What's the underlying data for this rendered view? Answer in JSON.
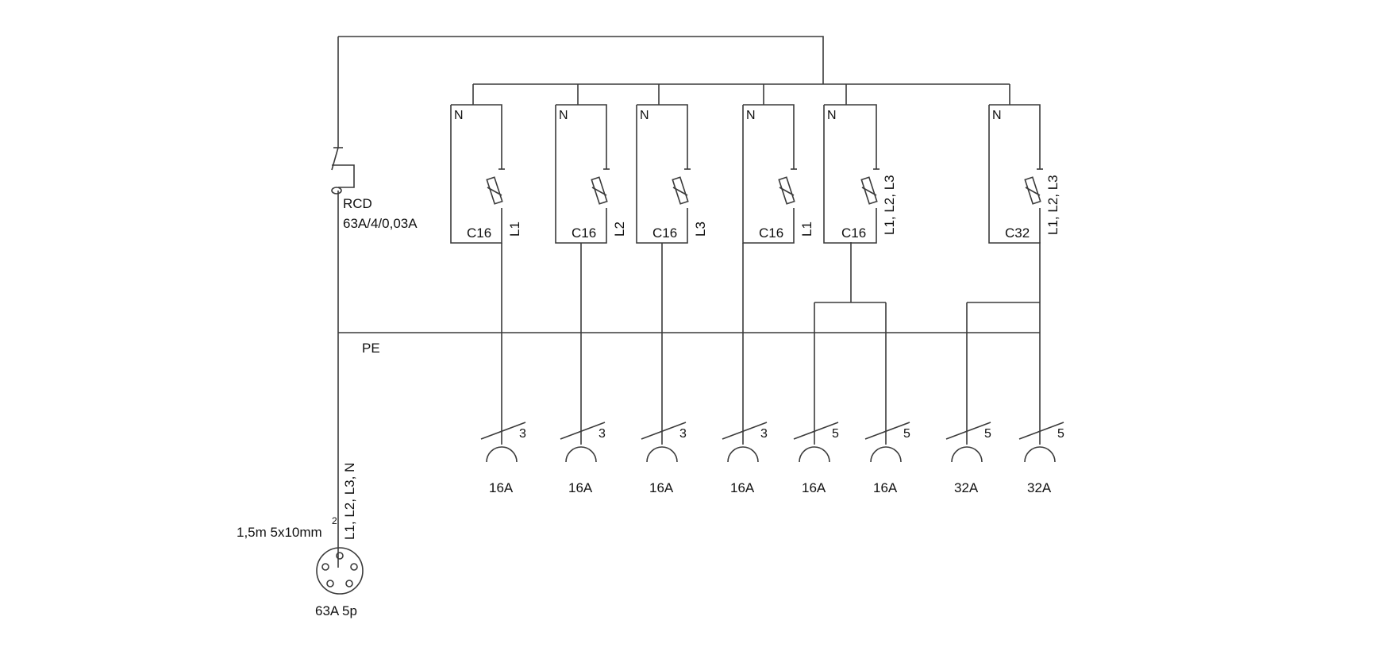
{
  "rcd": {
    "label": "RCD",
    "rating": "63A/4/0,03A"
  },
  "pe_label": "PE",
  "supply": {
    "phases": "L1, L2, L3, N",
    "cable_main": "1,5m 5x10mm",
    "cable_sup": "2",
    "plug": "63A 5p"
  },
  "breakers": [
    {
      "n": "N",
      "rating": "C16",
      "phase": "L1"
    },
    {
      "n": "N",
      "rating": "C16",
      "phase": "L2"
    },
    {
      "n": "N",
      "rating": "C16",
      "phase": "L3"
    },
    {
      "n": "N",
      "rating": "C16",
      "phase": "L1"
    },
    {
      "n": "N",
      "rating": "C16",
      "phase": "L1, L2, L3"
    },
    {
      "n": "N",
      "rating": "C32",
      "phase": "L1, L2, L3"
    }
  ],
  "outlets": [
    {
      "poles": "3",
      "rating": "16A"
    },
    {
      "poles": "3",
      "rating": "16A"
    },
    {
      "poles": "3",
      "rating": "16A"
    },
    {
      "poles": "3",
      "rating": "16A"
    },
    {
      "poles": "5",
      "rating": "16A"
    },
    {
      "poles": "5",
      "rating": "16A"
    },
    {
      "poles": "5",
      "rating": "32A"
    },
    {
      "poles": "5",
      "rating": "32A"
    }
  ]
}
